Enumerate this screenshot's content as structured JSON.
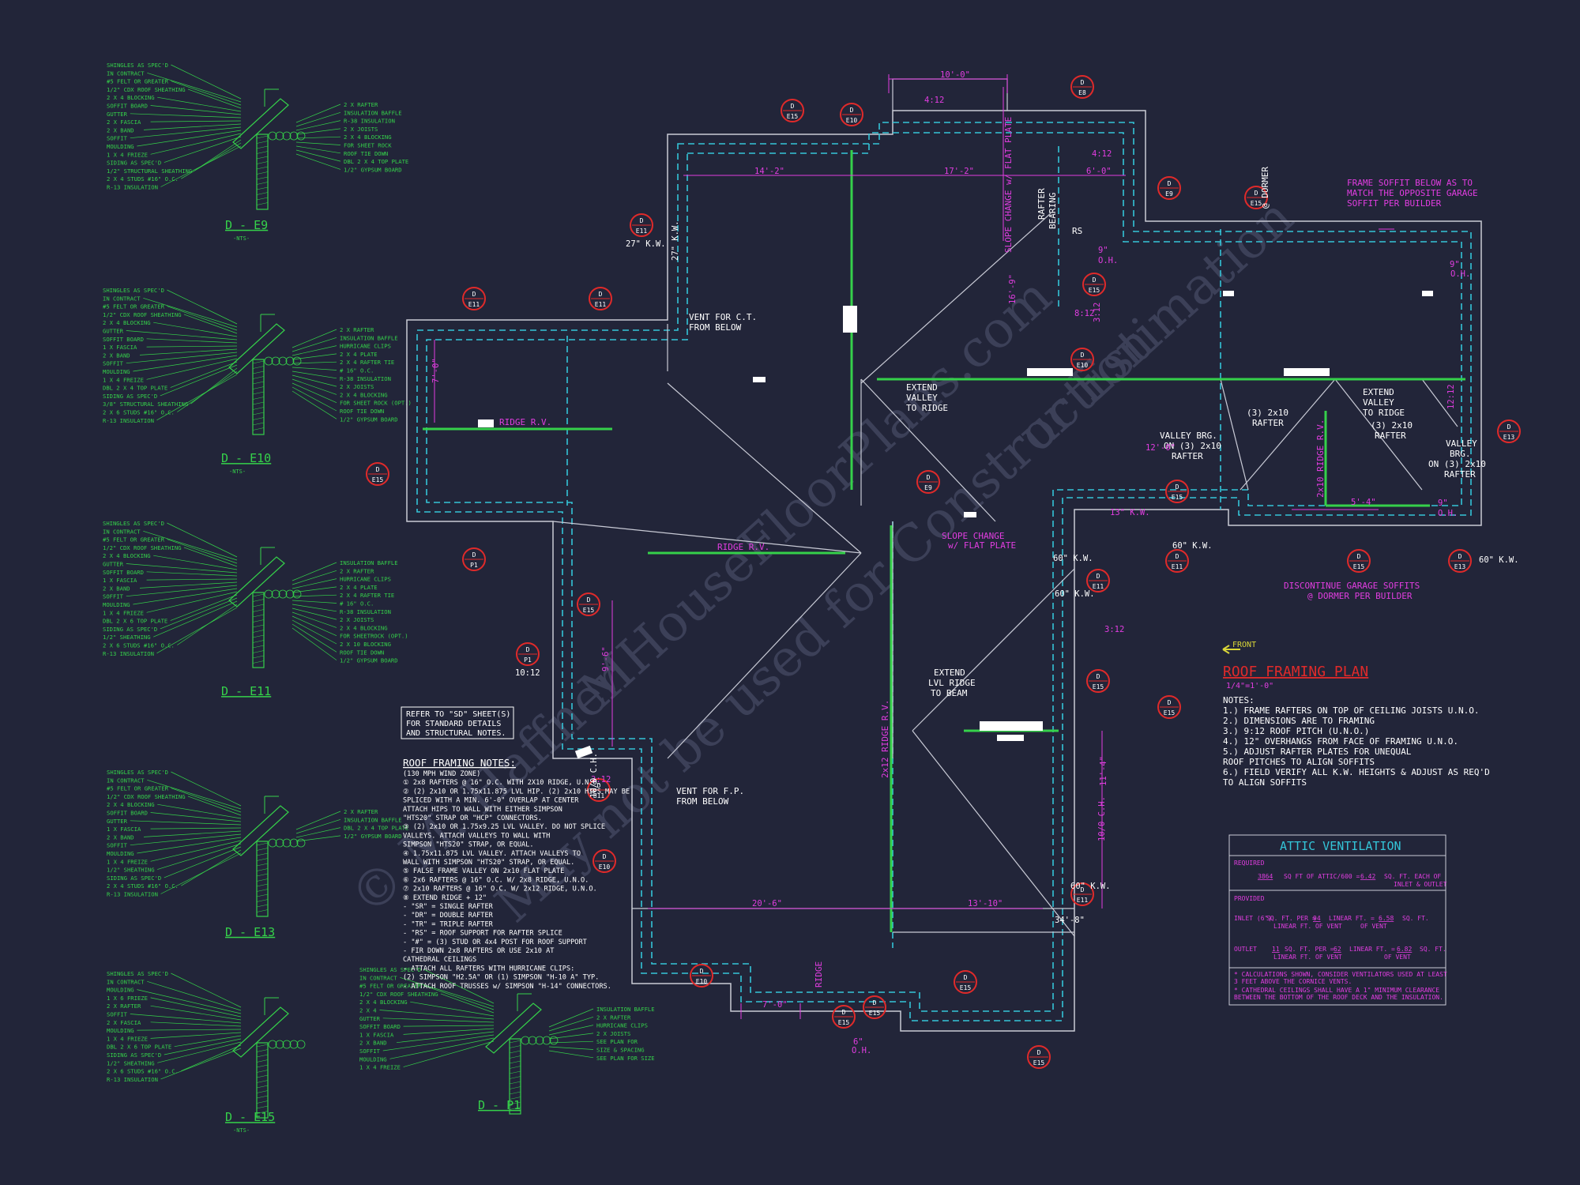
{
  "watermark": {
    "line1": "© M. Haffner",
    "line2": "MHouseFloorPlans.com",
    "line3": "May not be used for Construction",
    "line4": "or Estimation",
    "color": "#3b3f55"
  },
  "colors": {
    "background": "#222539",
    "walls": "#c9cbd6",
    "dashed": "#34c5d8",
    "green": "#35d14a",
    "magenta": "#e13de0",
    "callout": "#e02a2a",
    "yellow": "#d9d638",
    "white": "#ffffff"
  },
  "details": [
    {
      "title": "D - E9",
      "sub": "-NTS-",
      "left_notes": [
        "SHINGLES AS SPEC'D",
        "IN CONTRACT",
        "#5 FELT OR GREATER",
        "1/2\" CDX ROOF SHEATHING",
        "2 X 4 BLOCKING",
        "SOFFIT BOARD",
        "GUTTER",
        "2 X   FASCIA",
        "2 X   BAND",
        "SOFFIT",
        "MOULDING",
        "1 X 4 FRIEZE",
        "SIDING AS SPEC'D",
        "1/2\" STRUCTURAL SHEATHING",
        "2 X 4 STUDS #16\" O.C.",
        "R-13 INSULATION"
      ],
      "right_notes": [
        "2 X   RAFTER",
        "INSULATION BAFFLE",
        "R-38 INSULATION",
        "2 X   JOISTS",
        "2 X 4 BLOCKING",
        "FOR SHEET ROCK",
        "ROOF TIE DOWN",
        "DBL 2 X 4 TOP PLATE",
        "1/2\" GYPSUM BOARD"
      ]
    },
    {
      "title": "D - E10",
      "sub": "-NTS-",
      "left_notes": [
        "SHINGLES AS SPEC'D",
        "IN CONTRACT",
        "#5 FELT OR GREATER",
        "1/2\" CDX ROOF SHEATHING",
        "2 X 4 BLOCKING",
        "GUTTER",
        "SOFFIT BOARD",
        "1 X   FASCIA",
        "2 X   BAND",
        "SOFFIT",
        "MOULDING",
        "1 X 4 FREIZE",
        "DBL 2 X 4 TOP PLATE",
        "SIDING AS SPEC'D",
        "3/8\" STRUCTURAL SHEATHING",
        "2 X 6 STUDS #16\" O.C.",
        "R-13 INSULATION"
      ],
      "right_notes": [
        "2 X   RAFTER",
        "INSULATION BAFFLE",
        "HURRICANE CLIPS",
        "2 X 4 PLATE",
        "2 X 4 RAFTER TIE",
        "# 16\" O.C.",
        "R-38 INSULATION",
        "2 X   JOISTS",
        "2 X 4 BLOCKING",
        "FOR SHEET ROCK (OPT.)",
        "ROOF TIE DOWN",
        "1/2\" GYPSUM BOARD"
      ]
    },
    {
      "title": "D - E11",
      "sub": "",
      "left_notes": [
        "SHINGLES AS SPEC'D",
        "IN CONTRACT",
        "#5 FELT OR GREATER",
        "1/2\" CDX ROOF SHEATHING",
        "2 X 4 BLOCKING",
        "GUTTER",
        "SOFFIT BOARD",
        "1 X   FASCIA",
        "2 X   BAND",
        "SOFFIT",
        "MOULDING",
        "1 X 4 FRIEZE",
        "DBL 2 X 6 TOP PLATE",
        "SIDING AS SPEC'D",
        "1/2\" SHEATHING",
        "2 X 6 STUDS #16\" O.C.",
        "R-13 INSULATION"
      ],
      "right_notes": [
        "INSULATION BAFFLE",
        "2 X   RAFTER",
        "HURRICANE CLIPS",
        "2 X 4 PLATE",
        "2 X 4 RAFTER TIE",
        "# 16\" O.C.",
        "R-38 INSULATION",
        "2 X   JOISTS",
        "2 X 4 BLOCKING",
        "FOR SHEETROCK (OPT.)",
        "2 X 10 BLOCKING",
        "ROOF TIE DOWN",
        "1/2\" GYPSUM BOARD"
      ]
    },
    {
      "title": "D - E13",
      "sub": "",
      "left_notes": [
        "SHINGLES AS SPEC'D",
        "IN CONTRACT",
        "#5 FELT OR GREATER",
        "1/2\" CDX ROOF SHEATHING",
        "2 X 4 BLOCKING",
        "SOFFIT BOARD",
        "GUTTER",
        "1 X   FASCIA",
        "2 X   BAND",
        "SOFFIT",
        "MOULDING",
        "1 X 4 FREIZE",
        "1/2\" SHEATHING",
        "SIDING AS SPEC'D",
        "2 X 4 STUDS #16\" O.C.",
        "R-13 INSULATION"
      ],
      "right_notes": [
        "2 X   RAFTER",
        "INSULATION BAFFLE",
        "DBL 2 X 4 TOP PLATE",
        "1/2\" GYPSUM BOARD"
      ]
    },
    {
      "title": "D - E15",
      "sub": "-NTS-",
      "left_notes": [
        "SHINGLES AS SPEC'D",
        "IN CONTRACT",
        "MOULDING",
        "1 X 6 FRIEZE",
        "2 X   RAFTER",
        "SOFFIT",
        "2 X   FASCIA",
        "MOULDING",
        "1 X 4 FRIEZE",
        "DBL 2 X 6 TOP PLATE",
        "SIDING AS SPEC'D",
        "1/2\" SHEATHING",
        "2 X 6 STUDS #16\" O.C.",
        "R-13 INSULATION"
      ],
      "right_notes": []
    },
    {
      "title": "D - P1",
      "sub": "",
      "left_notes": [
        "SHINGLES AS SPEC'D",
        "IN CONTRACT",
        "#5 FELT OR GREATER",
        "1/2\" CDX ROOF SHEATHING",
        "2 X 4 BLOCKING",
        "2 X 4",
        "GUTTER",
        "SOFFIT BOARD",
        "1 X   FASCIA",
        "2 X   BAND",
        "SOFFIT",
        "MOULDING",
        "1 X 4 FREIZE"
      ],
      "right_notes": [
        "INSULATION BAFFLE",
        "2 X   RAFTER",
        "HURRICANE CLIPS",
        "2 X   JOISTS",
        "SEE PLAN FOR",
        "SIZE & SPACING",
        "SEE PLAN FOR SIZE"
      ]
    }
  ],
  "refer_note": [
    "REFER TO \"SD\" SHEET(S)",
    "FOR STANDARD DETAILS",
    "AND STRUCTURAL NOTES."
  ],
  "framing_notes": {
    "title": "ROOF FRAMING NOTES:",
    "lines": [
      "(130 MPH WIND ZONE)",
      "① 2x8 RAFTERS @ 16\" O.C. WITH 2X10 RIDGE, U.N.O.",
      "② (2) 2x10 OR 1.75x11.875 LVL HIP. (2) 2x10 HIPS MAY BE",
      "   SPLICED WITH A MIN. 6'-0\" OVERLAP AT CENTER",
      "   ATTACH HIPS TO WALL WITH EITHER SIMPSON",
      "   \"HTS20\" STRAP OR \"HCP\" CONNECTORS.",
      "③ (2) 2x10 OR 1.75x9.25 LVL VALLEY. DO NOT SPLICE",
      "   VALLEYS. ATTACH VALLEYS TO WALL WITH",
      "   SIMPSON \"HTS20\" STRAP, OR EQUAL.",
      "④ 1.75x11.875 LVL VALLEY. ATTACH VALLEYS TO",
      "   WALL WITH SIMPSON \"HTS20\" STRAP, OR EQUAL.",
      "⑤ FALSE FRAME VALLEY ON 2x10 FLAT PLATE",
      "⑥ 2x6 RAFTERS @ 16\" O.C. W/ 2x8 RIDGE, U.N.O.",
      "⑦ 2x10 RAFTERS @ 16\" O.C. W/ 2x12 RIDGE, U.N.O.",
      "⑧ EXTEND RIDGE + 12\"",
      "- \"SR\" = SINGLE RAFTER",
      "- \"DR\" = DOUBLE RAFTER",
      "- \"TR\" = TRIPLE RAFTER",
      "- \"RS\" = ROOF SUPPORT FOR RAFTER SPLICE",
      "- \"#\" = (3) STUD OR 4x4 POST FOR ROOF SUPPORT",
      "- FIR DOWN 2x8 RAFTERS OR USE 2x10 AT",
      "   CATHEDRAL CEILINGS",
      "- ATTACH ALL RAFTERS WITH HURRICANE CLIPS:",
      "   (2) SIMPSON \"H2.5A\" OR (1) SIMPSON \"H-10 A\" TYP.",
      "- ATTACH ROOF TRUSSES w/ SIMPSON \"H-14\" CONNECTORS."
    ]
  },
  "plan": {
    "title": "ROOF FRAMING PLAN",
    "scale": "1/4\"=1'-0\"",
    "front_label": "FRONT",
    "notes_title": "NOTES:",
    "notes": [
      "1.) FRAME RAFTERS ON TOP OF CEILING JOISTS U.N.O.",
      "2.) DIMENSIONS ARE TO FRAMING",
      "3.) 9:12 ROOF PITCH (U.N.O.)",
      "4.) 12\" OVERHANGS FROM FACE OF FRAMING U.N.O.",
      "5.) ADJUST RAFTER PLATES FOR UNEQUAL",
      "    ROOF PITCHES TO ALIGN SOFFITS",
      "6.) FIELD VERIFY ALL K.W. HEIGHTS & ADJUST AS REQ'D",
      "    TO ALIGN SOFFITS"
    ],
    "labels": {
      "vent_ct": [
        "VENT FOR C.T.",
        "FROM BELOW"
      ],
      "vent_fp": [
        "VENT FOR F.P.",
        "FROM BELOW"
      ],
      "extend_valley": [
        "EXTEND",
        "VALLEY",
        "TO RIDGE"
      ],
      "extend_valley2": [
        "EXTEND",
        "VALLEY",
        "TO RIDGE"
      ],
      "extend_lvl": [
        "EXTEND",
        "LVL RIDGE",
        "TO BEAM"
      ],
      "rafter_bearing": [
        "RAFTER",
        "BEARING"
      ],
      "valley_brg1": [
        "VALLEY BRG.",
        "ON (3) 2x10",
        "RAFTER"
      ],
      "valley_brg2": [
        "VALLEY",
        "BRG.",
        "ON (3) 2x10",
        "RAFTER"
      ],
      "rafter_3": [
        "(3) 2x10",
        "RAFTER"
      ],
      "rafter_3b": [
        "(3) 2x10",
        "RAFTER"
      ],
      "frame_soffit": [
        "FRAME SOFFIT BELOW AS TO",
        "MATCH THE OPPOSITE GARAGE",
        "SOFFIT PER BUILDER"
      ],
      "discontinue": [
        "DISCONTINUE GARAGE SOFFITS",
        "@ DORMER PER BUILDER"
      ],
      "slope_change": [
        "SLOPE CHANGE",
        "w/ FLAT PLATE"
      ],
      "slope_change_v": "SLOPE CHANGE w/ FLAT PLATE",
      "ridge_rv1": "RIDGE R.V.",
      "ridge_rv2": "RIDGE R.V.",
      "ridge_rv_v": "2x12 RIDGE R.V.",
      "ridge_rv_v2": "2x10 RIDGE R.V.",
      "ridge_v3": "RIDGE",
      "dormer": "@ DORMER",
      "rs": "RS",
      "dims": [
        "10'-0\"",
        "14'-2\"",
        "17'-2\"",
        "6'-0\"",
        "4:12",
        "4:12",
        "9\"",
        "O.H.",
        "9\"",
        "O.H.",
        "12'-0\"",
        "27\" K.W.",
        "27\" K.W.",
        "7'-0\"",
        "13\" K.W.",
        "60\" K.W.",
        "60\" K.W.",
        "60\" K.W.",
        "60\" K.W.",
        "60\" K.W.",
        "34'-8\"",
        "20'-6\"",
        "13'-10\"",
        "7'-0\"",
        "6\"",
        "O.H.",
        "5'-4\"",
        "9\"",
        "O.H.",
        "3:12",
        "3:12",
        "3:12",
        "10:12",
        "10/0 C.H.",
        "10/0 C.H.",
        "11'-4\"",
        "9'-6\"",
        "16'-9\"",
        "8:12",
        "12:12"
      ]
    }
  },
  "attic": {
    "title": "ATTIC VENTILATION",
    "required": "REQUIRED",
    "req_line": [
      "3864",
      "SQ FT OF ATTIC/600 =",
      "6.42",
      "SQ. FT. EACH OF",
      "INLET & OUTLET"
    ],
    "provided": "PROVIDED",
    "inlet": [
      "INLET (6\")",
      "SQ. FT. PER =",
      "94",
      "LINEAR FT. =",
      "6.58",
      "SQ. FT.",
      "LINEAR FT. OF VENT",
      "OF VENT"
    ],
    "outlet": [
      "OUTLET",
      "11",
      "SQ. FT. PER =",
      "62",
      "LINEAR FT. =",
      "6.82",
      "SQ. FT.",
      "LINEAR FT. OF VENT",
      "OF VENT"
    ],
    "notes": [
      "* CALCULATIONS SHOWN, CONSIDER VENTILATORS USED AT LEAST",
      "  3 FEET ABOVE THE CORNICE VENTS.",
      "* CATHEDRAL CEILINGS SHALL HAVE A 1\" MINIMUM CLEARANCE",
      "  BETWEEN THE BOTTOM OF THE ROOF DECK AND THE INSULATION."
    ]
  },
  "callouts": [
    {
      "top": "D",
      "bot": "E15"
    },
    {
      "top": "D",
      "bot": "E10"
    },
    {
      "top": "D",
      "bot": "E8"
    },
    {
      "top": "D",
      "bot": "E11"
    },
    {
      "top": "D",
      "bot": "E11"
    },
    {
      "top": "D",
      "bot": "E9"
    },
    {
      "top": "D",
      "bot": "E15"
    },
    {
      "top": "D",
      "bot": "E10"
    },
    {
      "top": "D",
      "bot": "E15"
    },
    {
      "top": "D",
      "bot": "E9"
    },
    {
      "top": "D",
      "bot": "E15"
    },
    {
      "top": "D",
      "bot": "E15"
    },
    {
      "top": "D",
      "bot": "E13"
    },
    {
      "top": "D",
      "bot": "E11"
    },
    {
      "top": "D",
      "bot": "E15"
    },
    {
      "top": "D",
      "bot": "E11"
    },
    {
      "top": "D",
      "bot": "E15"
    },
    {
      "top": "D",
      "bot": "E11"
    },
    {
      "top": "D",
      "bot": "E15"
    },
    {
      "top": "D",
      "bot": "P1"
    },
    {
      "top": "D",
      "bot": "P1"
    },
    {
      "top": "D",
      "bot": "E15"
    },
    {
      "top": "D",
      "bot": "E11"
    },
    {
      "top": "D",
      "bot": "E10"
    },
    {
      "top": "D",
      "bot": "E10"
    },
    {
      "top": "D",
      "bot": "E15"
    },
    {
      "top": "D",
      "bot": "E15"
    },
    {
      "top": "D",
      "bot": "E15"
    },
    {
      "top": "D",
      "bot": "E15"
    },
    {
      "top": "D",
      "bot": "E11"
    },
    {
      "top": "D",
      "bot": "E13"
    }
  ]
}
